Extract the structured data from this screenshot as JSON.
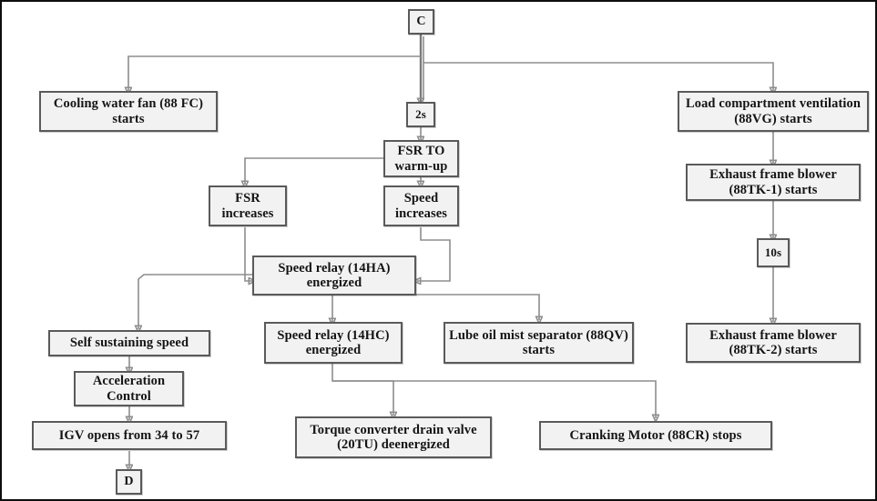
{
  "diagram": {
    "title": "Gas turbine startup sequence flowchart (segment C to D)",
    "background_color": "#ffffff",
    "node_fill": "#f2f2f2",
    "node_border": "#5a5a5a",
    "connector_color": "#8d8d8d",
    "frame_border": "#0d0d0d"
  },
  "nodes": {
    "start_c": {
      "label": "C",
      "type": "terminator"
    },
    "cooling_water_fan": {
      "label": "Cooling water fan (88 FC) starts",
      "type": "process"
    },
    "timer_2s": {
      "label": "2s",
      "type": "timer"
    },
    "load_compartment": {
      "label": "Load compartment ventilation (88VG) starts",
      "type": "process"
    },
    "fsr_to_warmup": {
      "label": "FSR TO warm-up",
      "type": "process"
    },
    "exhaust_blower_1": {
      "label": "Exhaust frame blower (88TK-1) starts",
      "type": "process"
    },
    "fsr_increases": {
      "label": "FSR increases",
      "type": "process"
    },
    "speed_increases": {
      "label": "Speed increases",
      "type": "process"
    },
    "timer_10s": {
      "label": "10s",
      "type": "timer"
    },
    "speed_relay_14ha": {
      "label": "Speed relay (14HA) energized",
      "type": "process"
    },
    "self_sustaining_speed": {
      "label": "Self sustaining speed",
      "type": "process"
    },
    "speed_relay_14hc": {
      "label": "Speed relay (14HC) energized",
      "type": "process"
    },
    "lube_oil_mist": {
      "label": "Lube oil mist separator (88QV) starts",
      "type": "process"
    },
    "exhaust_blower_2": {
      "label": "Exhaust frame blower (88TK-2) starts",
      "type": "process"
    },
    "acceleration_control": {
      "label": "Acceleration Control",
      "type": "process"
    },
    "igv_opens": {
      "label": "IGV opens from 34 to 57",
      "type": "process"
    },
    "torque_converter": {
      "label": "Torque converter drain valve (20TU) deenergized",
      "type": "process"
    },
    "cranking_motor": {
      "label": "Cranking Motor (88CR) stops",
      "type": "process"
    },
    "end_d": {
      "label": "D",
      "type": "terminator"
    }
  },
  "edges": [
    {
      "from": "start_c",
      "to": "cooling_water_fan"
    },
    {
      "from": "start_c",
      "to": "timer_2s"
    },
    {
      "from": "start_c",
      "to": "load_compartment"
    },
    {
      "from": "timer_2s",
      "to": "fsr_to_warmup"
    },
    {
      "from": "fsr_to_warmup",
      "to": "fsr_increases"
    },
    {
      "from": "fsr_to_warmup",
      "to": "speed_increases"
    },
    {
      "from": "load_compartment",
      "to": "exhaust_blower_1"
    },
    {
      "from": "exhaust_blower_1",
      "to": "timer_10s"
    },
    {
      "from": "timer_10s",
      "to": "exhaust_blower_2"
    },
    {
      "from": "fsr_increases",
      "to": "speed_relay_14ha"
    },
    {
      "from": "speed_increases",
      "to": "speed_relay_14ha"
    },
    {
      "from": "speed_relay_14ha",
      "to": "self_sustaining_speed"
    },
    {
      "from": "speed_relay_14ha",
      "to": "speed_relay_14hc"
    },
    {
      "from": "speed_relay_14ha",
      "to": "lube_oil_mist"
    },
    {
      "from": "self_sustaining_speed",
      "to": "acceleration_control"
    },
    {
      "from": "acceleration_control",
      "to": "igv_opens"
    },
    {
      "from": "igv_opens",
      "to": "end_d"
    },
    {
      "from": "speed_relay_14hc",
      "to": "torque_converter"
    },
    {
      "from": "speed_relay_14hc",
      "to": "cranking_motor"
    }
  ]
}
